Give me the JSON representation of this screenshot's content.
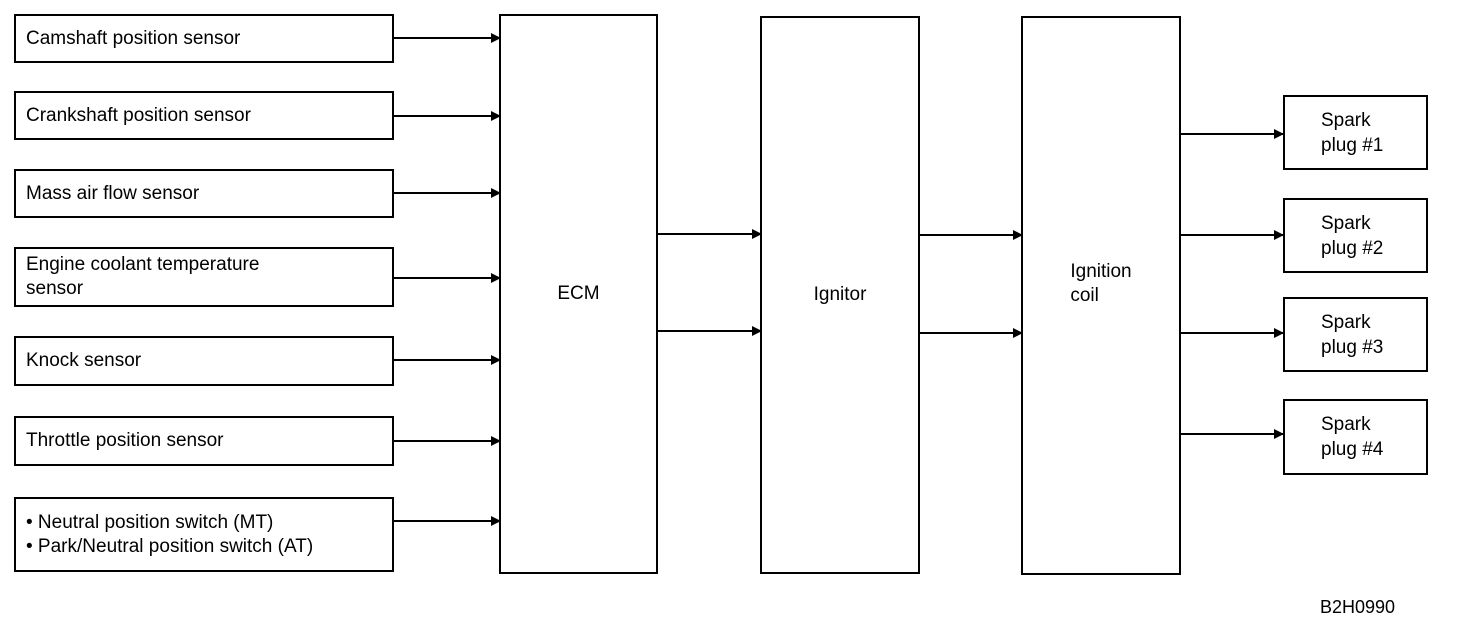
{
  "sensors": [
    {
      "lines": [
        "Camshaft position sensor"
      ]
    },
    {
      "lines": [
        "Crankshaft position sensor"
      ]
    },
    {
      "lines": [
        "Mass air flow sensor"
      ]
    },
    {
      "lines": [
        "Engine coolant temperature",
        "sensor"
      ]
    },
    {
      "lines": [
        "Knock sensor"
      ]
    },
    {
      "lines": [
        "Throttle position sensor"
      ]
    },
    {
      "lines": [
        "• Neutral position switch (MT)",
        "• Park/Neutral position switch (AT)"
      ]
    }
  ],
  "ecm": {
    "label": "ECM"
  },
  "ignitor": {
    "label": "Ignitor"
  },
  "ignition_coil": {
    "label": "Ignition\ncoil"
  },
  "spark_plugs": [
    {
      "line1": "Spark",
      "line2": "plug #1"
    },
    {
      "line1": "Spark",
      "line2": "plug #2"
    },
    {
      "line1": "Spark",
      "line2": "plug #3"
    },
    {
      "line1": "Spark",
      "line2": "plug #4"
    }
  ],
  "figure_ref": "B2H0990"
}
